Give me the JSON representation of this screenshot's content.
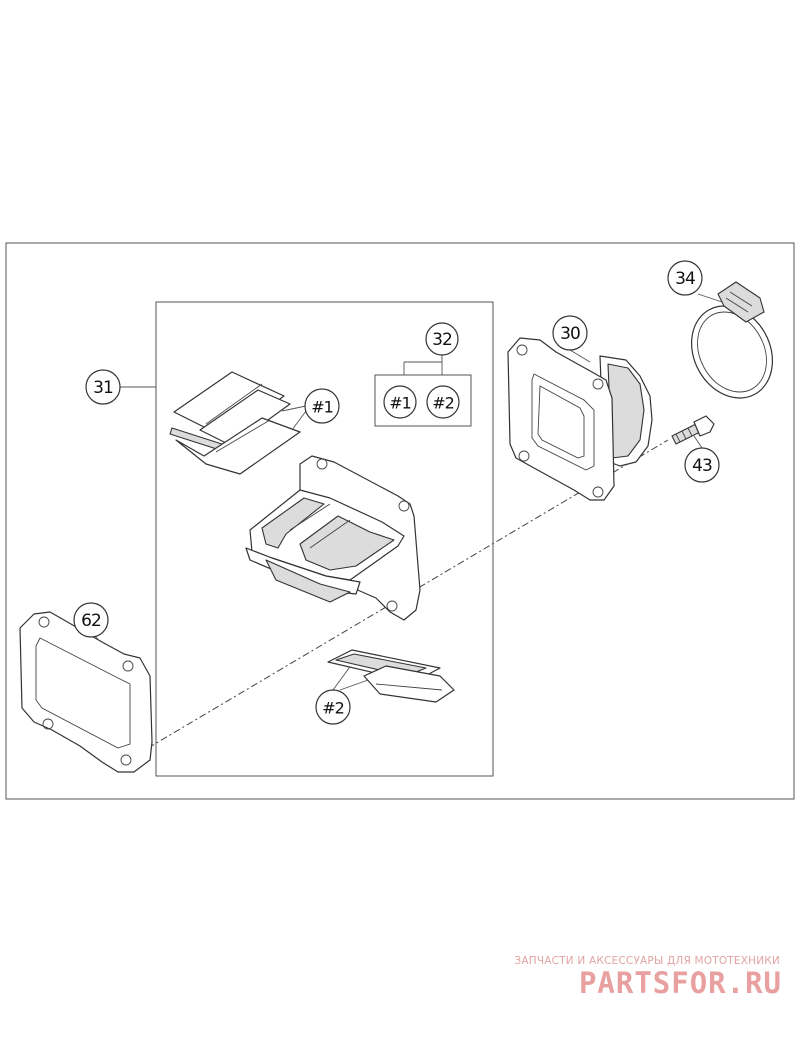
{
  "callouts": {
    "c31": "31",
    "c32": "32",
    "c30": "30",
    "c34": "34",
    "c43": "43",
    "c62": "62",
    "r1": "#1",
    "r2": "#2",
    "k1": "#1",
    "k2": "#2"
  },
  "watermark": {
    "caption": "ЗАПЧАСТИ И АКСЕССУАРЫ ДЛЯ МОТОТЕХНИКИ",
    "logo": "PARTSFOR.RU"
  },
  "colors": {
    "line": "#333333",
    "watermark": "#e8a0a0"
  }
}
